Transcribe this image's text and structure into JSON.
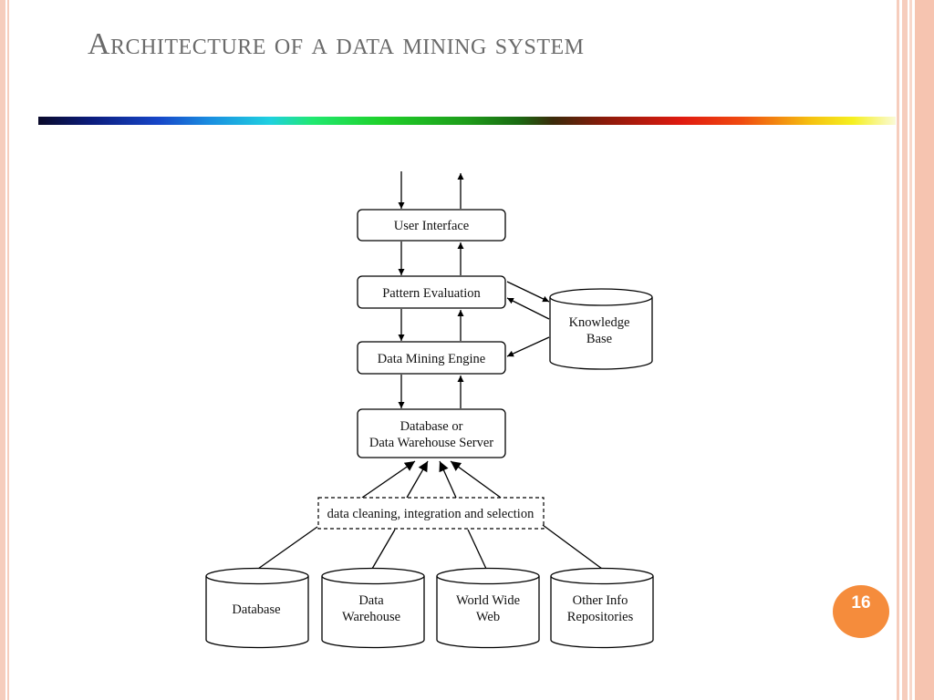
{
  "slide": {
    "title": "Architecture of a data mining system",
    "page_number": "16"
  },
  "diagram": {
    "user_interface": "User Interface",
    "pattern_evaluation": "Pattern Evaluation",
    "data_mining_engine": "Data Mining Engine",
    "server_line1": "Database or",
    "server_line2": "Data Warehouse Server",
    "knowledge_base_line1": "Knowledge",
    "knowledge_base_line2": "Base",
    "cleaning": "data cleaning, integration and selection",
    "sources": {
      "database": "Database",
      "data_warehouse_line1": "Data",
      "data_warehouse_line2": "Warehouse",
      "www_line1": "World Wide",
      "www_line2": "Web",
      "other_line1": "Other Info",
      "other_line2": "Repositories"
    }
  },
  "theme": {
    "border_color": "#f6cdbd",
    "badge_color": "#f58c3c",
    "title_color": "#6a6a6a"
  }
}
